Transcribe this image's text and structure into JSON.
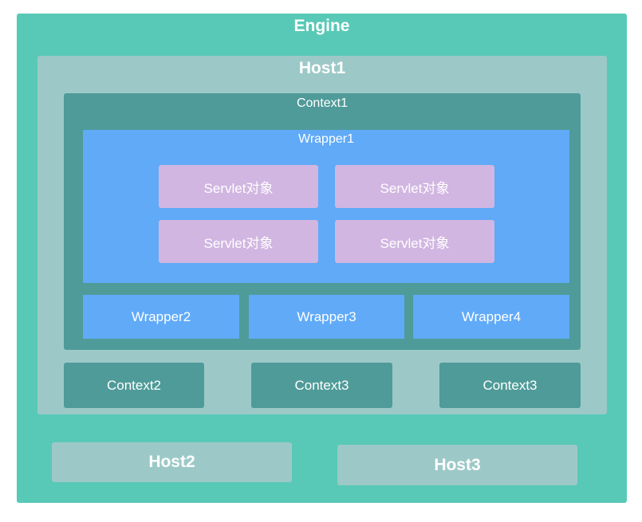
{
  "engine": {
    "label": "Engine"
  },
  "host1": {
    "label": "Host1",
    "context1": {
      "label": "Context1",
      "wrapper1": {
        "label": "Wrapper1",
        "servlets": [
          "Servlet对象",
          "Servlet对象",
          "Servlet对象",
          "Servlet对象"
        ]
      },
      "wrappers": [
        "Wrapper2",
        "Wrapper3",
        "Wrapper4"
      ]
    },
    "contexts": [
      "Context2",
      "Context3",
      "Context3"
    ]
  },
  "hosts": [
    "Host2",
    "Host3"
  ],
  "colors": {
    "engine": "#58c9b6",
    "host": "#9cc9c7",
    "context": "#4f9b99",
    "wrapper": "#60aaf8",
    "servlet": "#d1b6e1",
    "text": "#ffffff"
  }
}
